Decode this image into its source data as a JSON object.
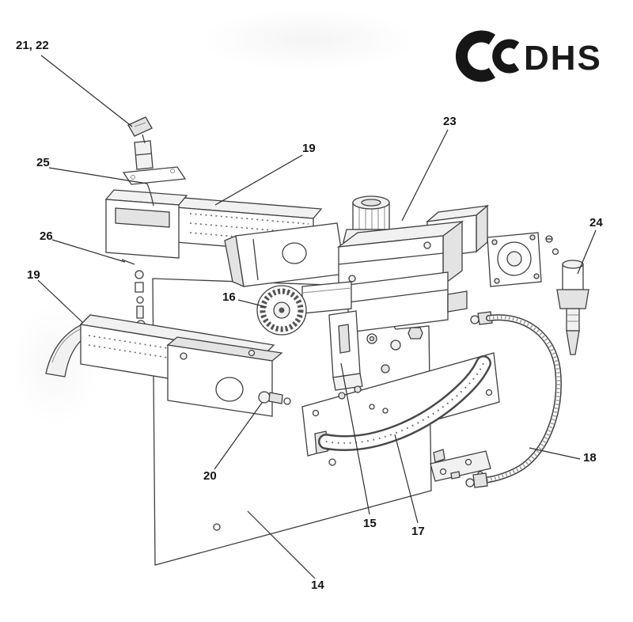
{
  "logo": {
    "text": "DHS",
    "mark_icon": "double-crescent-logo-mark"
  },
  "diagram": {
    "type": "exploded-parts-line-drawing",
    "part_labels": {
      "p21_22": "21, 22",
      "p25": "25",
      "p26": "26",
      "p19_upper": "19",
      "p19_lower": "19",
      "p23": "23",
      "p24": "24",
      "p16": "16",
      "p20": "20",
      "p18": "18",
      "p15": "15",
      "p17": "17",
      "p14": "14"
    }
  }
}
